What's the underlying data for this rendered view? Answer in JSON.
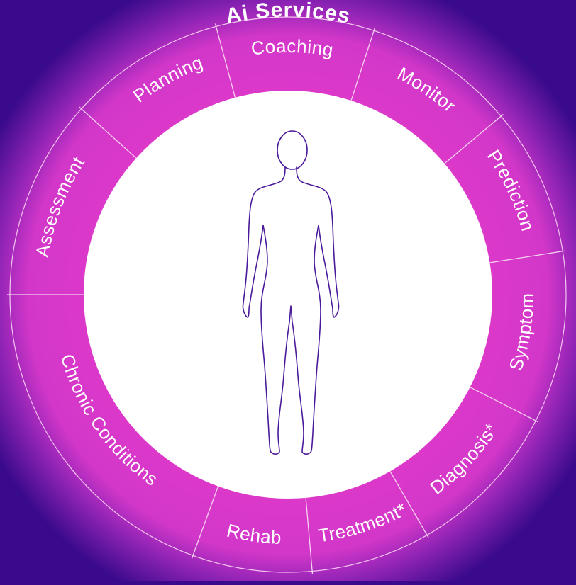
{
  "title": "Ai Services",
  "services": [
    {
      "label": "Coaching",
      "icon": ""
    },
    {
      "label": "Monitor"
    },
    {
      "label": "Prediction"
    },
    {
      "label": "Symptom"
    },
    {
      "label": "Diagnosis*"
    },
    {
      "label": "Treatment*"
    },
    {
      "label": "Rehab"
    },
    {
      "label": "Chronic Conditions"
    },
    {
      "label": "Assessment"
    },
    {
      "label": "Planning"
    }
  ],
  "figure": {
    "icon": "human-body-outline-icon"
  },
  "colors": {
    "background": "#3a0a8c",
    "glow": "#c23fd6",
    "ring": "#ec48be",
    "center": "#ffffff",
    "outline": "#4a1a9a",
    "text": "#ffffff"
  }
}
